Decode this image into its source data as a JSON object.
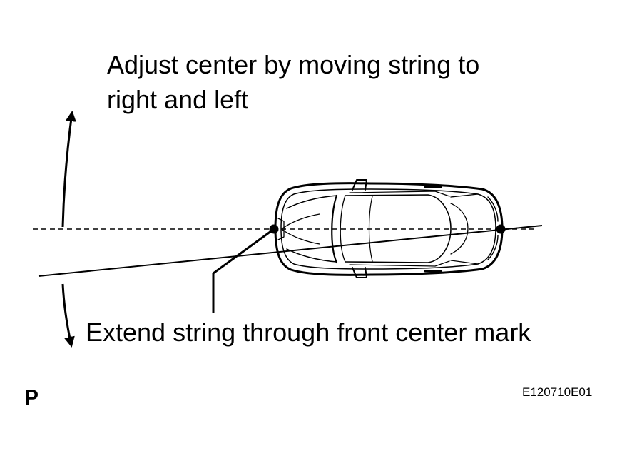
{
  "annotations": {
    "adjust_line1": "Adjust center by moving string to",
    "adjust_line2": "right and left",
    "extend": "Extend string through front center mark"
  },
  "corner_mark": "P",
  "figure_code": "E120710E01"
}
